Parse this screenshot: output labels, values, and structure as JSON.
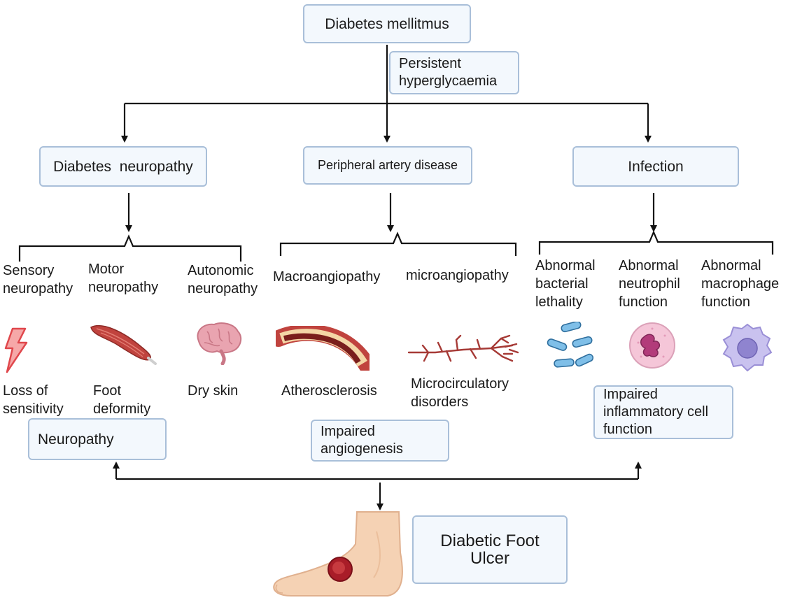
{
  "root": "Diabetes mellitmus",
  "trigger": "Persistent\nhyperglycaemia",
  "branches": {
    "neuropathy": "Diabetes  neuropathy",
    "pad": "Peripheral artery disease",
    "infection": "Infection"
  },
  "types": {
    "sensory": "Sensory\nneuropathy",
    "motor": "Motor\nneuropathy",
    "autonomic": "Autonomic\nneuropathy",
    "macro": "Macroangiopathy",
    "micro": "microangiopathy",
    "bacterial": "Abnormal\nbacterial\nlethality",
    "neutrophil": "Abnormal\nneutrophil\nfunction",
    "macrophage": "Abnormal\nmacrophage\nfunction"
  },
  "effects": {
    "sensitivity": "Loss of\nsensitivity",
    "deformity": "Foot\ndeformity",
    "dryskin": "Dry skin",
    "athero": "Atherosclerosis",
    "microcirc": "Microcirculatory\ndisorders"
  },
  "outcomes": {
    "neuropathy": "Neuropathy",
    "angiogenesis": "Impaired\nangiogenesis",
    "inflammatory": "Impaired\ninflammatory cell\nfunction"
  },
  "final": "Diabetic Foot Ulcer",
  "icons": {
    "lightning": "lightning-icon",
    "muscle": "muscle-icon",
    "brain": "brain-icon",
    "artery": "artery-icon",
    "vessels": "vessel-network-icon",
    "bacteria": "bacteria-icon",
    "neutrophil": "neutrophil-icon",
    "macrophage": "macrophage-icon",
    "foot": "foot-ulcer-icon"
  },
  "colors": {
    "box_fill": "#f3f8fd",
    "box_border": "#a9bfd9",
    "line": "#111111"
  }
}
